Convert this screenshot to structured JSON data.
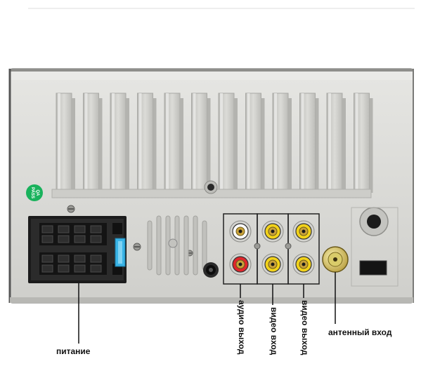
{
  "product": {
    "body_color": "#d8d8d4",
    "fin_color": "#c9c9c5",
    "accent_green": "#19b25c",
    "badge_text": "QA PASS"
  },
  "ports": {
    "audio_out": {
      "top_plug_color": "#ffffff",
      "bottom_plug_color": "#e0262b"
    },
    "video_in": {
      "plug_color": "#f2d21a"
    },
    "video_out": {
      "plug_color": "#f2d21a"
    },
    "antenna_in": {
      "plug_color": "#e9e27a"
    }
  },
  "labels": {
    "power": "питание",
    "audio_out": "аудио выход",
    "video_in": "видео вход",
    "video_out": "видео выход",
    "antenna_in": "антенный вход"
  }
}
